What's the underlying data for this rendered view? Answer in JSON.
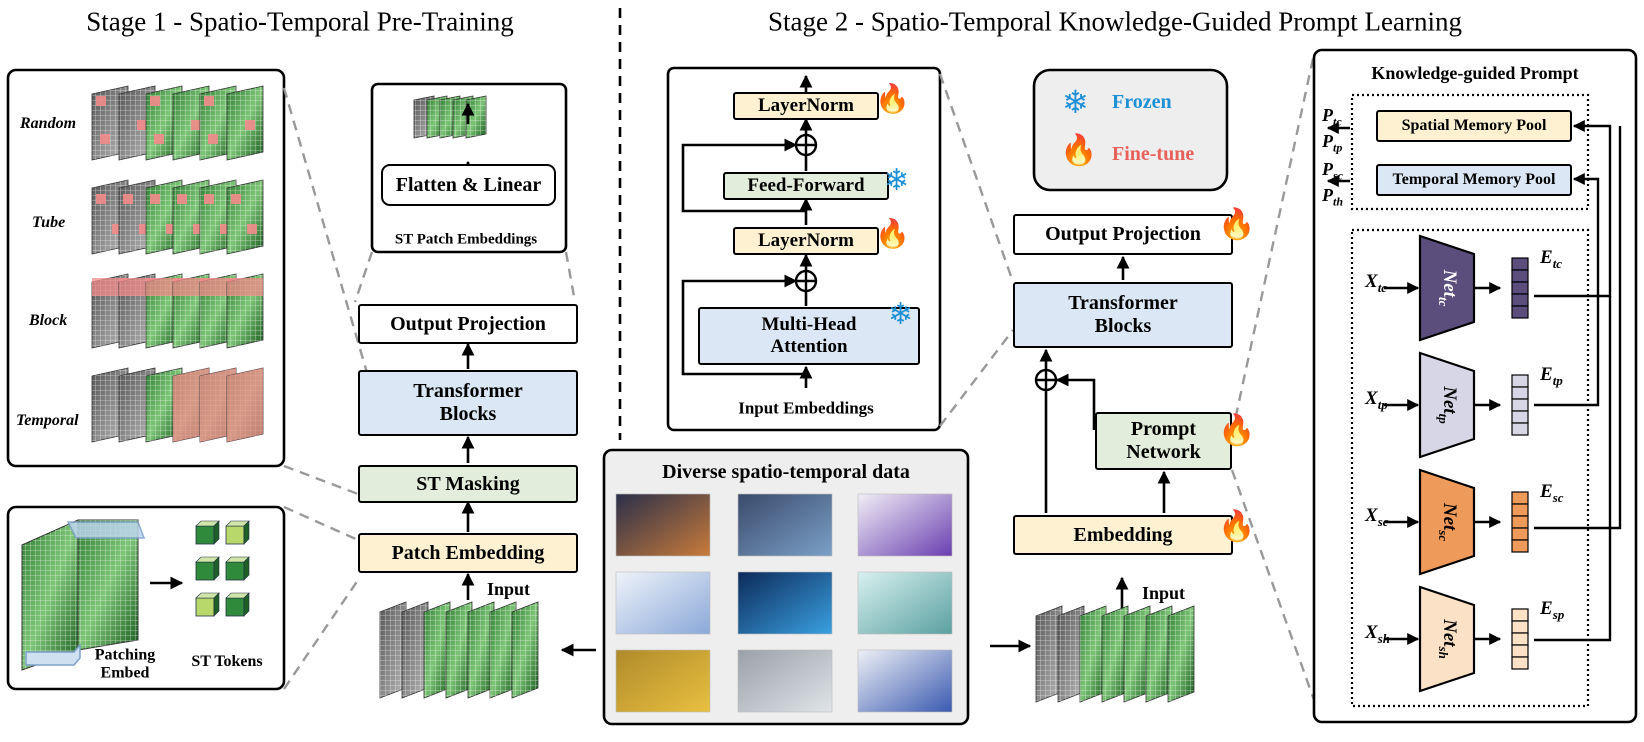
{
  "stage1": {
    "title": "Stage 1 - Spatio-Temporal Pre-Training",
    "masking_labels": [
      "Random",
      "Tube",
      "Block",
      "Temporal"
    ],
    "patching": {
      "patching_embed": "Patching\nEmbed",
      "st_tokens": "ST Tokens"
    },
    "top_panel": {
      "flatten_linear": "Flatten & Linear",
      "st_patch_embeddings": "ST Patch Embeddings"
    },
    "stack": {
      "output_projection": "Output Projection",
      "transformer_blocks": "Transformer\nBlocks",
      "st_masking": "ST Masking",
      "patch_embedding": "Patch Embedding",
      "input": "Input"
    }
  },
  "stage2": {
    "title": "Stage 2 - Spatio-Temporal Knowledge-Guided Prompt Learning",
    "transformer_detail": {
      "layernorm_top": "LayerNorm",
      "feed_forward": "Feed-Forward",
      "layernorm_bottom": "LayerNorm",
      "mha": "Multi-Head\nAttention",
      "input_embeddings": "Input Embeddings"
    },
    "legend": {
      "frozen": "Frozen",
      "finetune": "Fine-tune"
    },
    "data_panel": {
      "title": "Diverse spatio-temporal data"
    },
    "stack": {
      "output_projection": "Output Projection",
      "transformer_blocks": "Transformer\nBlocks",
      "prompt_network": "Prompt\nNetwork",
      "embedding": "Embedding",
      "input": "Input"
    },
    "kgp": {
      "title": "Knowledge-guided Prompt",
      "spatial_pool": "Spatial Memory Pool",
      "temporal_pool": "Temporal Memory Pool",
      "p_labels": [
        {
          "base": "P",
          "sub": "tc"
        },
        {
          "base": "P",
          "sub": "tp"
        },
        {
          "base": "P",
          "sub": "sc"
        },
        {
          "base": "P",
          "sub": "th"
        }
      ],
      "nets": [
        {
          "x": "X",
          "xsub": "tc",
          "net": "Net",
          "nsub": "tc",
          "e": "E",
          "esub": "tc"
        },
        {
          "x": "X",
          "xsub": "tp",
          "net": "Net",
          "nsub": "tp",
          "e": "E",
          "esub": "tp"
        },
        {
          "x": "X",
          "xsub": "sc",
          "net": "Net",
          "nsub": "sc",
          "e": "E",
          "esub": "sc"
        },
        {
          "x": "X",
          "xsub": "sh",
          "net": "Net",
          "nsub": "sh",
          "e": "E",
          "esub": "sp"
        }
      ]
    }
  },
  "colors": {
    "blue_box": "#dbe7f4",
    "green_box": "#e2eedb",
    "yellow_box": "#fdf1d2",
    "frozen": "#1e90d6",
    "finetune": "#e8605a",
    "net_tc": "#5b4e7c",
    "net_tp": "#d6d6e6",
    "net_sc": "#ee9a5a",
    "net_sh": "#fbe2c6"
  }
}
